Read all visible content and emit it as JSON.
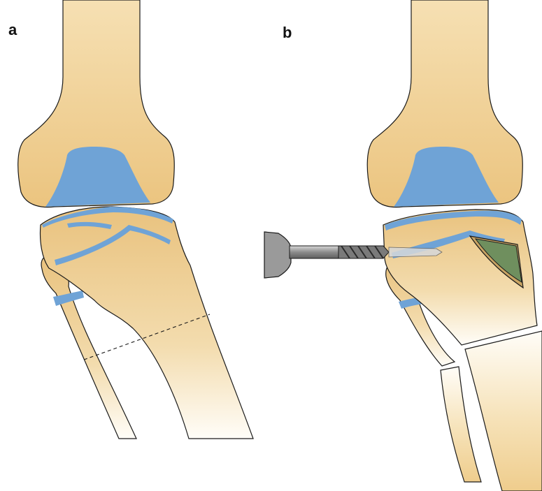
{
  "panels": [
    {
      "label": "a"
    },
    {
      "label": "b"
    }
  ],
  "colors": {
    "bone_fill": "#f0cf8c",
    "cartilage": "#6fa3d6",
    "outline": "#1a1a1a",
    "wedge_graft": "#6f8f5e",
    "instrument_metal": "#9a9a9a"
  },
  "icons": [
    "knee-joint-illustration",
    "drill-icon",
    "bone-wedge-graft"
  ]
}
